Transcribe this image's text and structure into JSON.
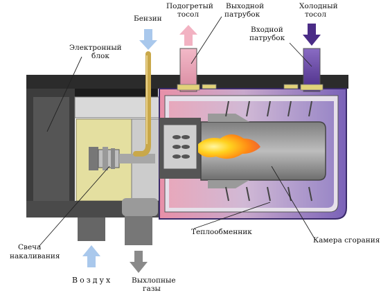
{
  "labels": {
    "electronic_unit": [
      "Электронный",
      "блок"
    ],
    "petrol": "Бензин",
    "heated_coolant": [
      "Подогретый",
      "тосол"
    ],
    "outlet_pipe": [
      "Выходной",
      "патрубок"
    ],
    "inlet_pipe": [
      "Входной",
      "патрубок"
    ],
    "cold_coolant": [
      "Холодный",
      "тосол"
    ],
    "glow_plug": [
      "Свеча",
      "накаливания"
    ],
    "air": "Воздух",
    "exhaust": [
      "Выхлопные",
      "газы"
    ],
    "heat_exchanger": "Теплообменник",
    "combustion_chamber": "Камера сгорания"
  },
  "colors": {
    "housing_dark": "#3a3a3a",
    "housing_gray": "#5e5e5e",
    "control_board": "#e4dfa0",
    "heated_pink": "#e8a6b8",
    "cold_purple": "#4a2c86",
    "petrol_tan": "#c9a84a",
    "air_blue": "#a9c8ec",
    "exhaust_gray": "#8a8a8a",
    "flame_yellow": "#ffd21f",
    "flame_orange": "#ff7a12"
  }
}
